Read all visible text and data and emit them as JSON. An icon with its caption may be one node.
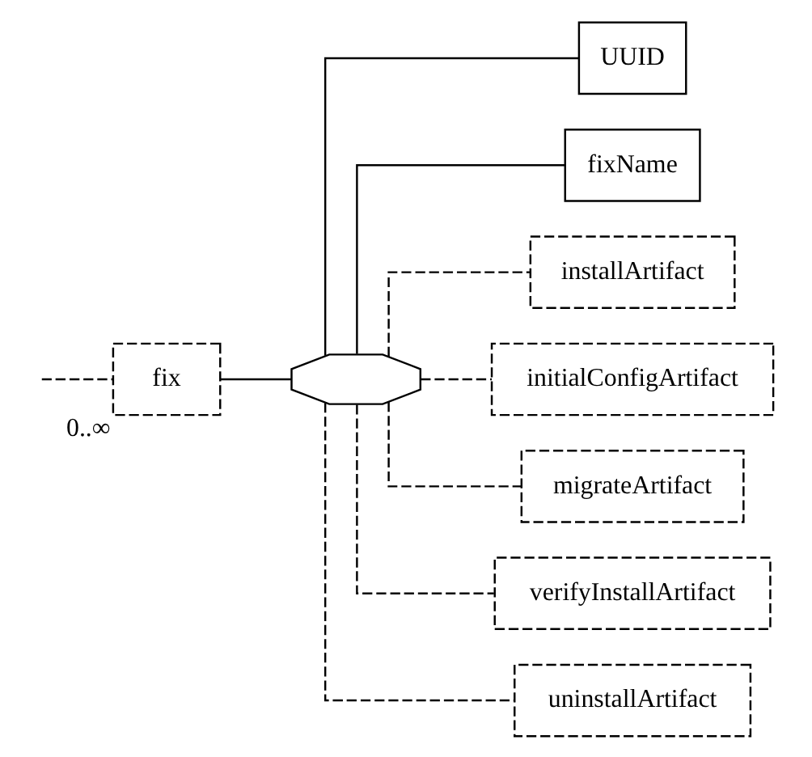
{
  "diagram": {
    "nodes": [
      {
        "text": [
          "fix"
        ],
        "beside": [
          "0..∞"
        ]
      },
      {
        "text": [],
        "shape": "octagon"
      },
      {
        "text": [
          "UUID"
        ]
      },
      {
        "text": [
          "fixName"
        ]
      },
      {
        "text": [
          "installArtifact"
        ]
      },
      {
        "text": [
          "initialConfigArtifact"
        ]
      },
      {
        "text": [
          "migrateArtifact"
        ]
      },
      {
        "text": [
          "verifyInstallArtifact"
        ]
      },
      {
        "text": [
          "uninstallArtifact"
        ]
      }
    ],
    "edges": [
      {
        "from": null,
        "to": 0,
        "arrow": "none",
        "style": "dashed"
      },
      {
        "from": 0,
        "to": 1,
        "arrow": "none"
      },
      {
        "from": 1,
        "to": 2,
        "arrow": "none"
      },
      {
        "from": 1,
        "to": 3,
        "arrow": "none"
      },
      {
        "from": 1,
        "to": 4,
        "arrow": "none",
        "style": "dashed"
      },
      {
        "from": 1,
        "to": 5,
        "arrow": "none",
        "style": "dashed"
      },
      {
        "from": 1,
        "to": 6,
        "arrow": "none",
        "style": "dashed"
      },
      {
        "from": 1,
        "to": 7,
        "arrow": "none",
        "style": "dashed"
      },
      {
        "from": 1,
        "to": 8,
        "arrow": "none",
        "style": "dashed"
      }
    ]
  }
}
